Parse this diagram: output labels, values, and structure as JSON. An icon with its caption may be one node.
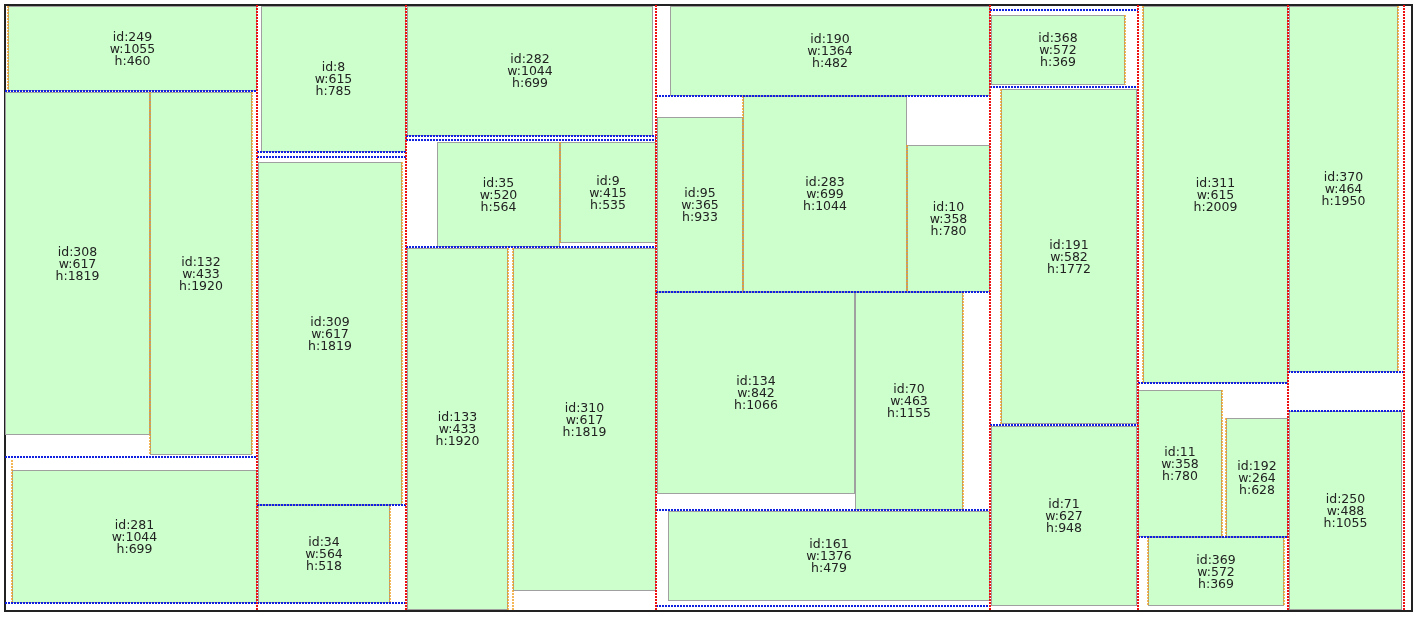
{
  "diagram": {
    "nodes": [
      {
        "text": [
          "id:249",
          "w:1055",
          "h:460"
        ]
      },
      {
        "text": [
          "id:308",
          "w:617",
          "h:1819"
        ]
      },
      {
        "text": [
          "id:132",
          "w:433",
          "h:1920"
        ]
      },
      {
        "text": [
          "id:281",
          "w:1044",
          "h:699"
        ]
      },
      {
        "text": [
          "id:8",
          "w:615",
          "h:785"
        ]
      },
      {
        "text": [
          "id:309",
          "w:617",
          "h:1819"
        ]
      },
      {
        "text": [
          "id:34",
          "w:564",
          "h:518"
        ]
      },
      {
        "text": [
          "id:282",
          "w:1044",
          "h:699"
        ]
      },
      {
        "text": [
          "id:35",
          "w:520",
          "h:564"
        ]
      },
      {
        "text": [
          "id:9",
          "w:415",
          "h:535"
        ]
      },
      {
        "text": [
          "id:133",
          "w:433",
          "h:1920"
        ]
      },
      {
        "text": [
          "id:310",
          "w:617",
          "h:1819"
        ]
      },
      {
        "text": [
          "id:190",
          "w:1364",
          "h:482"
        ]
      },
      {
        "text": [
          "id:95",
          "w:365",
          "h:933"
        ]
      },
      {
        "text": [
          "id:283",
          "w:699",
          "h:1044"
        ]
      },
      {
        "text": [
          "id:10",
          "w:358",
          "h:780"
        ]
      },
      {
        "text": [
          "id:134",
          "w:842",
          "h:1066"
        ]
      },
      {
        "text": [
          "id:70",
          "w:463",
          "h:1155"
        ]
      },
      {
        "text": [
          "id:161",
          "w:1376",
          "h:479"
        ]
      },
      {
        "text": [
          "id:368",
          "w:572",
          "h:369"
        ]
      },
      {
        "text": [
          "id:191",
          "w:582",
          "h:1772"
        ]
      },
      {
        "text": [
          "id:71",
          "w:627",
          "h:948"
        ]
      },
      {
        "text": [
          "id:311",
          "w:615",
          "h:2009"
        ]
      },
      {
        "text": [
          "id:11",
          "w:358",
          "h:780"
        ]
      },
      {
        "text": [
          "id:192",
          "w:264",
          "h:628"
        ]
      },
      {
        "text": [
          "id:369",
          "w:572",
          "h:369"
        ]
      },
      {
        "text": [
          "id:370",
          "w:464",
          "h:1950"
        ]
      },
      {
        "text": [
          "id:250",
          "w:488",
          "h:1055"
        ]
      }
    ]
  }
}
